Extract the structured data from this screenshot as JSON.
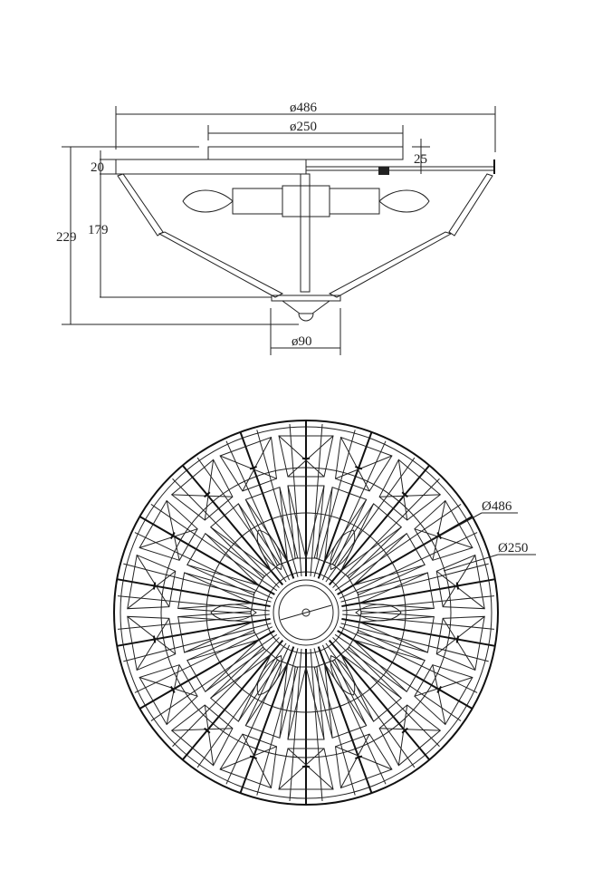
{
  "drawing": {
    "type": "technical-dimension-drawing",
    "subject": "flush-mount ceiling light",
    "units": "mm"
  },
  "side_view": {
    "dimensions": {
      "overall_diameter": "ø486",
      "canopy_diameter": "ø250",
      "canopy_height": "25",
      "plate_thickness": "20",
      "shade_height": "179",
      "overall_height": "229",
      "bottom_finial_diameter": "ø90"
    }
  },
  "top_view": {
    "dimensions": {
      "overall_diameter": "Ø486",
      "inner_diameter": "Ø250"
    },
    "segments": 18,
    "bulbs": 6
  }
}
